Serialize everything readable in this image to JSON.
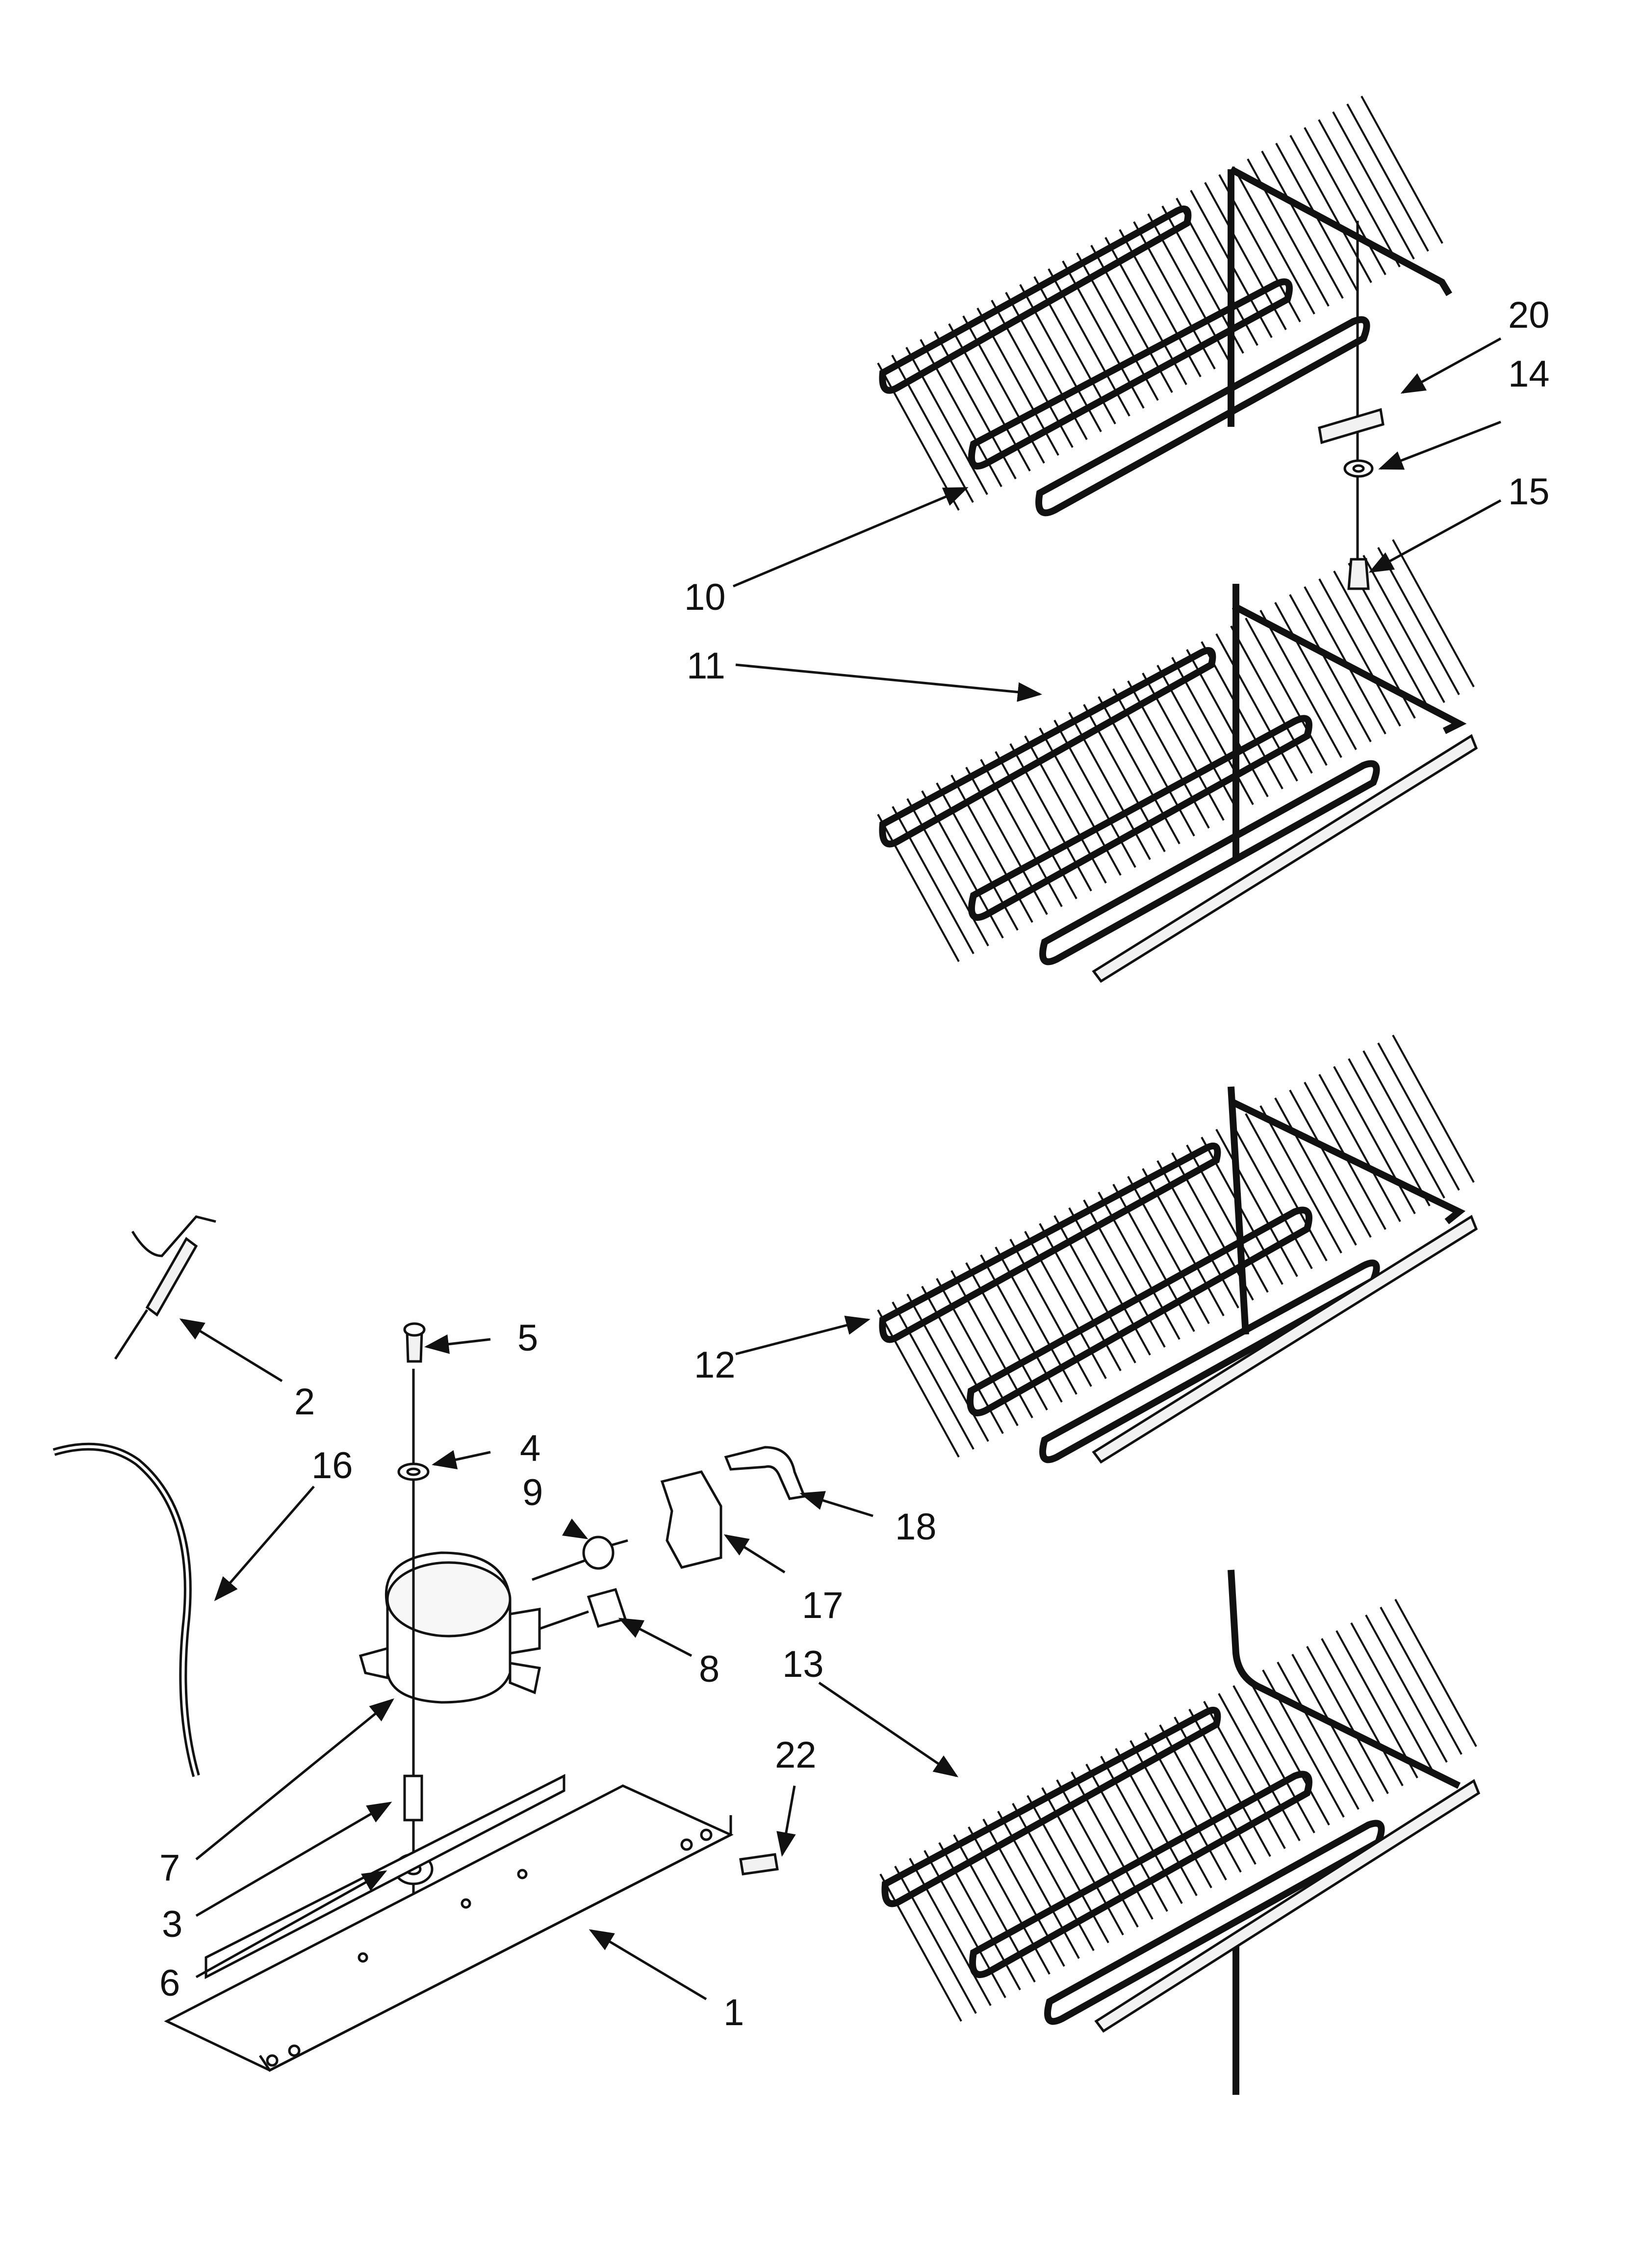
{
  "colors": {
    "ink": "#111111",
    "paper": "#ffffff",
    "fill_light": "#f2f2f2"
  },
  "callouts": {
    "c1": "1",
    "c2": "2",
    "c3": "3",
    "c4": "4",
    "c5": "5",
    "c6": "6",
    "c7": "7",
    "c8": "8",
    "c9": "9",
    "c10": "10",
    "c11": "11",
    "c12": "12",
    "c13": "13",
    "c14": "14",
    "c15": "15",
    "c16": "16",
    "c17": "17",
    "c18": "18",
    "c20": "20",
    "c22": "22"
  }
}
